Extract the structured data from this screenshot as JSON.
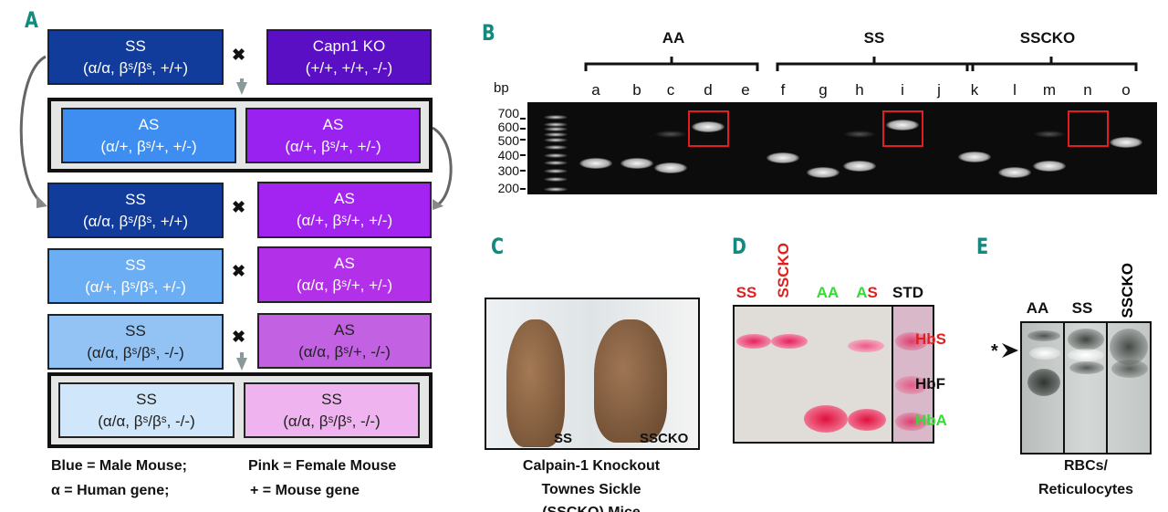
{
  "panel_labels": {
    "a": "A",
    "b": "B",
    "c": "C",
    "d": "D",
    "e": "E"
  },
  "panelA": {
    "rows": [
      {
        "left": {
          "title": "SS",
          "geno": "(α/α, βˢ/βˢ, +/+)"
        },
        "right": {
          "title": "Capn1 KO",
          "geno": "(+/+, +/+, -/-)"
        }
      },
      {
        "left": {
          "title": "AS",
          "geno": "(α/+, βˢ/+, +/-)"
        },
        "right": {
          "title": "AS",
          "geno": "(α/+, βˢ/+, +/-)"
        }
      },
      {
        "left": {
          "title": "SS",
          "geno": "(α/α, βˢ/βˢ, +/+)"
        },
        "right": {
          "title": "AS",
          "geno": "(α/+, βˢ/+, +/-)"
        }
      },
      {
        "left": {
          "title": "SS",
          "geno": "(α/+, βˢ/βˢ, +/-)"
        },
        "right": {
          "title": "AS",
          "geno": "(α/α, βˢ/+, +/-)"
        }
      },
      {
        "left": {
          "title": "SS",
          "geno": "(α/α, βˢ/βˢ, -/-)"
        },
        "right": {
          "title": "AS",
          "geno": "(α/α, βˢ/+, -/-)"
        }
      },
      {
        "left": {
          "title": "SS",
          "geno": "(α/α, βˢ/βˢ, -/-)"
        },
        "right": {
          "title": "SS",
          "geno": "(α/α, βˢ/βˢ, -/-)"
        }
      }
    ],
    "legend": {
      "blue": "Blue = Male Mouse;",
      "pink": "Pink = Female Mouse",
      "alpha": "α = Human gene;",
      "plus": "+ = Mouse gene"
    },
    "colors": {
      "dark_blue": "#123c9c",
      "capn": "#5a0fc4",
      "mid_blue": "#3d8ef0",
      "purple": "#9a22f0",
      "light_blue": "#6caef4",
      "lighter_blue": "#93c3f4",
      "palest_blue": "#d0e6fa",
      "violet": "#ae30ea",
      "orchid": "#c262e2",
      "pink": "#efb4f0"
    }
  },
  "panelB": {
    "groups": [
      "AA",
      "SS",
      "SSCKO"
    ],
    "unit": "bp",
    "ladder": [
      "700",
      "600",
      "500",
      "400",
      "300",
      "200"
    ],
    "lanes": [
      "a",
      "b",
      "c",
      "d",
      "e",
      "f",
      "g",
      "h",
      "i",
      "j",
      "k",
      "l",
      "m",
      "n",
      "o"
    ],
    "bands_bp": {
      "a": [
        350
      ],
      "b": [
        350
      ],
      "c": [
        320,
        550
      ],
      "d": [
        620
      ],
      "e": [],
      "f": [
        380
      ],
      "g": [
        290
      ],
      "h": [
        330,
        550
      ],
      "i": [
        640
      ],
      "j": [],
      "k": [
        390
      ],
      "l": [
        290
      ],
      "m": [
        330,
        550
      ],
      "n": [],
      "o": [
        480
      ]
    },
    "boxed_lanes": [
      "d",
      "i",
      "n"
    ]
  },
  "panelC": {
    "mouse_labels": [
      "SS",
      "SSCKO"
    ],
    "caption": [
      "Calpain-1 Knockout",
      "Townes Sickle",
      "(SSCKO) Mice"
    ]
  },
  "panelD": {
    "lanes": {
      "ss": "SS",
      "sscko": "SSCKO",
      "aa": "AA",
      "as_a": "A",
      "as_s": "S",
      "std": "STD"
    },
    "bands": {
      "hbs": "HbS",
      "hbf": "HbF",
      "hba": "HbA"
    }
  },
  "panelE": {
    "lanes": [
      "AA",
      "SS",
      "SSCKO"
    ],
    "marker": "*",
    "caption": [
      "RBCs/",
      "Reticulocytes"
    ]
  }
}
